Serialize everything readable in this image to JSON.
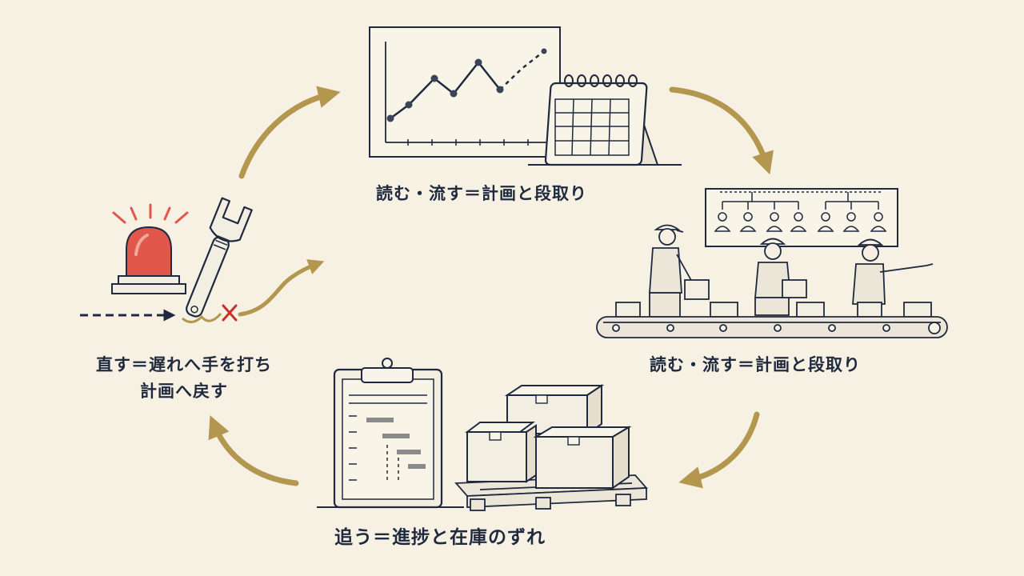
{
  "colors": {
    "background": "#f6f1e3",
    "ink": "#1f2a3f",
    "arrow_gold": "#b3974f",
    "alarm_red": "#e2574c",
    "cross_red": "#c9302c",
    "box_fill": "#f3eee2",
    "gantt_bar": "#8a8a8a"
  },
  "captions": {
    "top": "読む・流す＝計画と段取り",
    "right": "読む・流す＝計画と段取り",
    "bottom": "追う＝進捗と在庫のずれ",
    "left_line1": "直す＝遅れへ手を打ち",
    "left_line2": "計画へ戻す"
  },
  "icons": {
    "top": [
      "line-chart-icon",
      "calendar-icon"
    ],
    "right": [
      "org-chart-icon",
      "workers-icon",
      "conveyor-belt-icon"
    ],
    "bottom": [
      "clipboard-gantt-icon",
      "stacked-boxes-icon",
      "pallet-icon"
    ],
    "left": [
      "alarm-light-icon",
      "wrench-icon",
      "cross-mark-icon"
    ]
  }
}
